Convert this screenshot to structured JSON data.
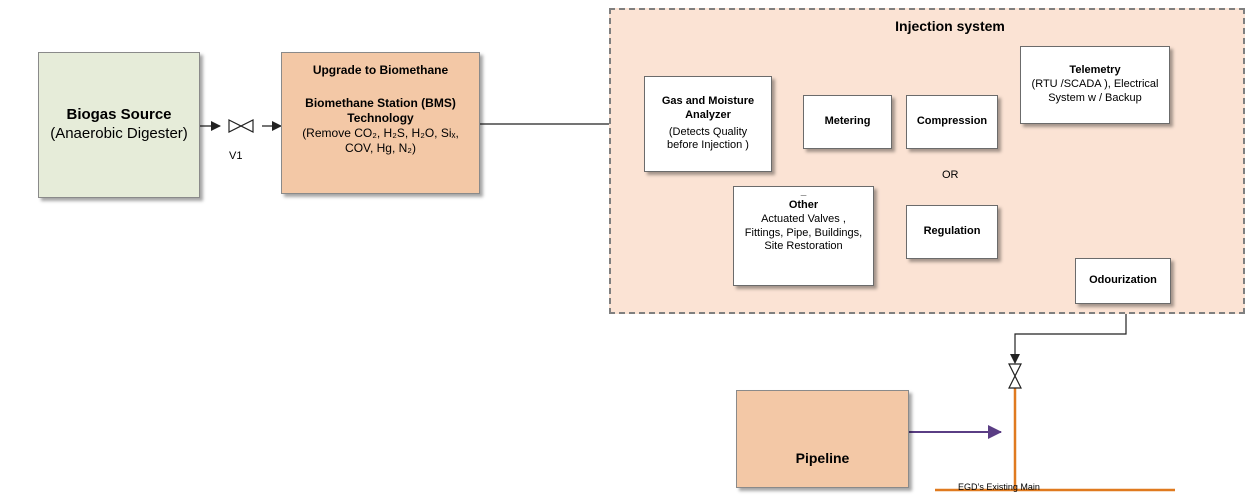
{
  "colors": {
    "biogas_fill": "#e6ecd9",
    "upgrade_fill": "#f3c8a6",
    "injection_fill": "#fbe3d4",
    "pipeline_fill": "#f3c8a6",
    "main_line": "#e07a1f",
    "pipeline_arrow": "#5a3d84",
    "dashed_connector": "#8c8c8c"
  },
  "biogas": {
    "title": "Biogas Source",
    "subtitle": "(Anaerobic Digester)"
  },
  "valve_v1": {
    "label": "V1",
    "icon": "valve-icon"
  },
  "upgrade": {
    "title": "Upgrade to Biomethane",
    "tech_line1": "Biomethane Station (BMS)",
    "tech_line2": "Technology",
    "remove_line1": "(Remove CO₂, H₂S, H₂O, Siₓ,",
    "remove_line2": "COV, Hg, N₂)"
  },
  "injection": {
    "title": "Injection system",
    "analyzer": {
      "title_line1": "Gas and Moisture",
      "title_line2": "Analyzer",
      "desc_line1": "(Detects Quality",
      "desc_line2": "before Injection )"
    },
    "metering": "Metering",
    "compression": "Compression",
    "or_label": "OR",
    "regulation": "Regulation",
    "odourization": "Odourization",
    "telemetry": {
      "title": "Telemetry",
      "desc_line1": "(RTU /SCADA ), Electrical",
      "desc_line2": "System w / Backup"
    },
    "other": {
      "marker": "_",
      "title": "Other",
      "line1": "Actuated Valves ,",
      "line2": "Fittings, Pipe, Buildings,",
      "line3": "Site Restoration"
    }
  },
  "pipeline": {
    "title": "Pipeline"
  },
  "main_label": "EGD’s Existing Main"
}
